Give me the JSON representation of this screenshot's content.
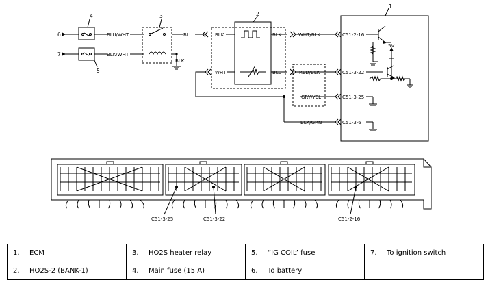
{
  "diagram": {
    "callouts": [
      "1",
      "2",
      "3",
      "4",
      "5",
      "6",
      "7"
    ],
    "wires": {
      "blu_wht": "BLU/WHT",
      "blk_wht": "BLK/WHT",
      "blu_main": "BLU",
      "blk_relay": "BLK",
      "blk_sensor_in": "BLK",
      "blk_sensor_out": "BLK",
      "wht_blk": "WHT/BLK",
      "wht": "WHT",
      "blu_heater": "BLU",
      "red_blk": "RED/BLK",
      "gry_yel": "GRY/YEL",
      "blk_grn": "BLK/GRN"
    },
    "terminals": {
      "t1": "C51-2-16",
      "t2": "C51-3-22",
      "t3": "C51-3-25",
      "t4": "C51-3-6"
    },
    "voltage_label": "5V",
    "connector_labels": [
      "C51-3-25",
      "C51-3-22",
      "C51-2-16"
    ]
  },
  "legend": {
    "rows": [
      [
        {
          "num": "1.",
          "text": "ECM"
        },
        {
          "num": "3.",
          "text": "HO2S heater relay"
        },
        {
          "num": "5.",
          "text": "“IG COIL” fuse"
        },
        {
          "num": "7.",
          "text": "To ignition switch"
        }
      ],
      [
        {
          "num": "2.",
          "text": "HO2S-2 (BANK-1)"
        },
        {
          "num": "4.",
          "text": "Main fuse (15 A)"
        },
        {
          "num": "6.",
          "text": "To battery"
        },
        {
          "num": "",
          "text": ""
        }
      ]
    ]
  }
}
